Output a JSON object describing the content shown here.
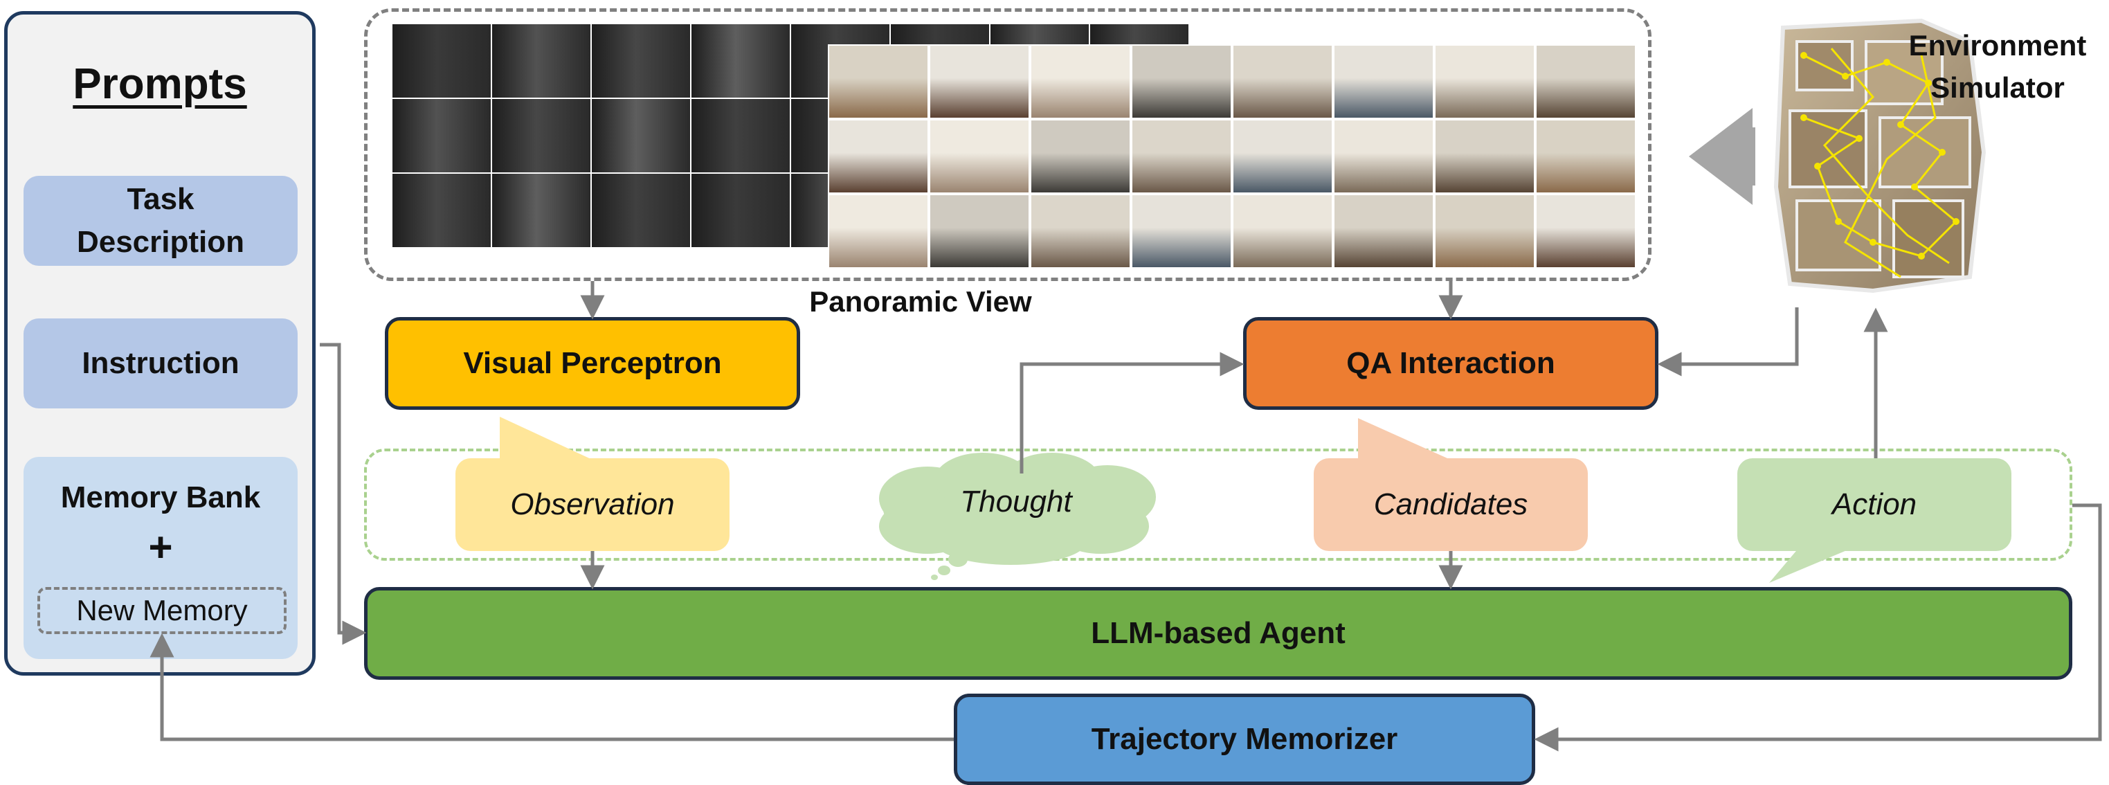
{
  "prompts": {
    "title": "Prompts",
    "task": "Task Description",
    "instruction": "Instruction",
    "memory_bank": "Memory Bank",
    "plus": "+",
    "new_memory": "New Memory"
  },
  "panorama": {
    "label": "Panoramic View"
  },
  "modules": {
    "visual": "Visual Perceptron",
    "qa": "QA Interaction",
    "agent": "LLM-based Agent",
    "memorizer": "Trajectory Memorizer"
  },
  "signals": {
    "observation": "Observation",
    "thought": "Thought",
    "candidates": "Candidates",
    "action": "Action"
  },
  "environment": {
    "label_line1": "Environment",
    "label_line2": "Simulator"
  },
  "colors": {
    "visual": "#ffc000",
    "qa": "#ed7d31",
    "agent": "#70ad47",
    "memorizer": "#5b9bd5",
    "observation": "#ffe699",
    "thought": "#c5e0b4",
    "candidates": "#f8cbad",
    "action": "#c5e0b4",
    "prompt_box": "#b4c7e7",
    "memory_box": "#c9dcf0",
    "arrow": "#7f7f7f"
  }
}
